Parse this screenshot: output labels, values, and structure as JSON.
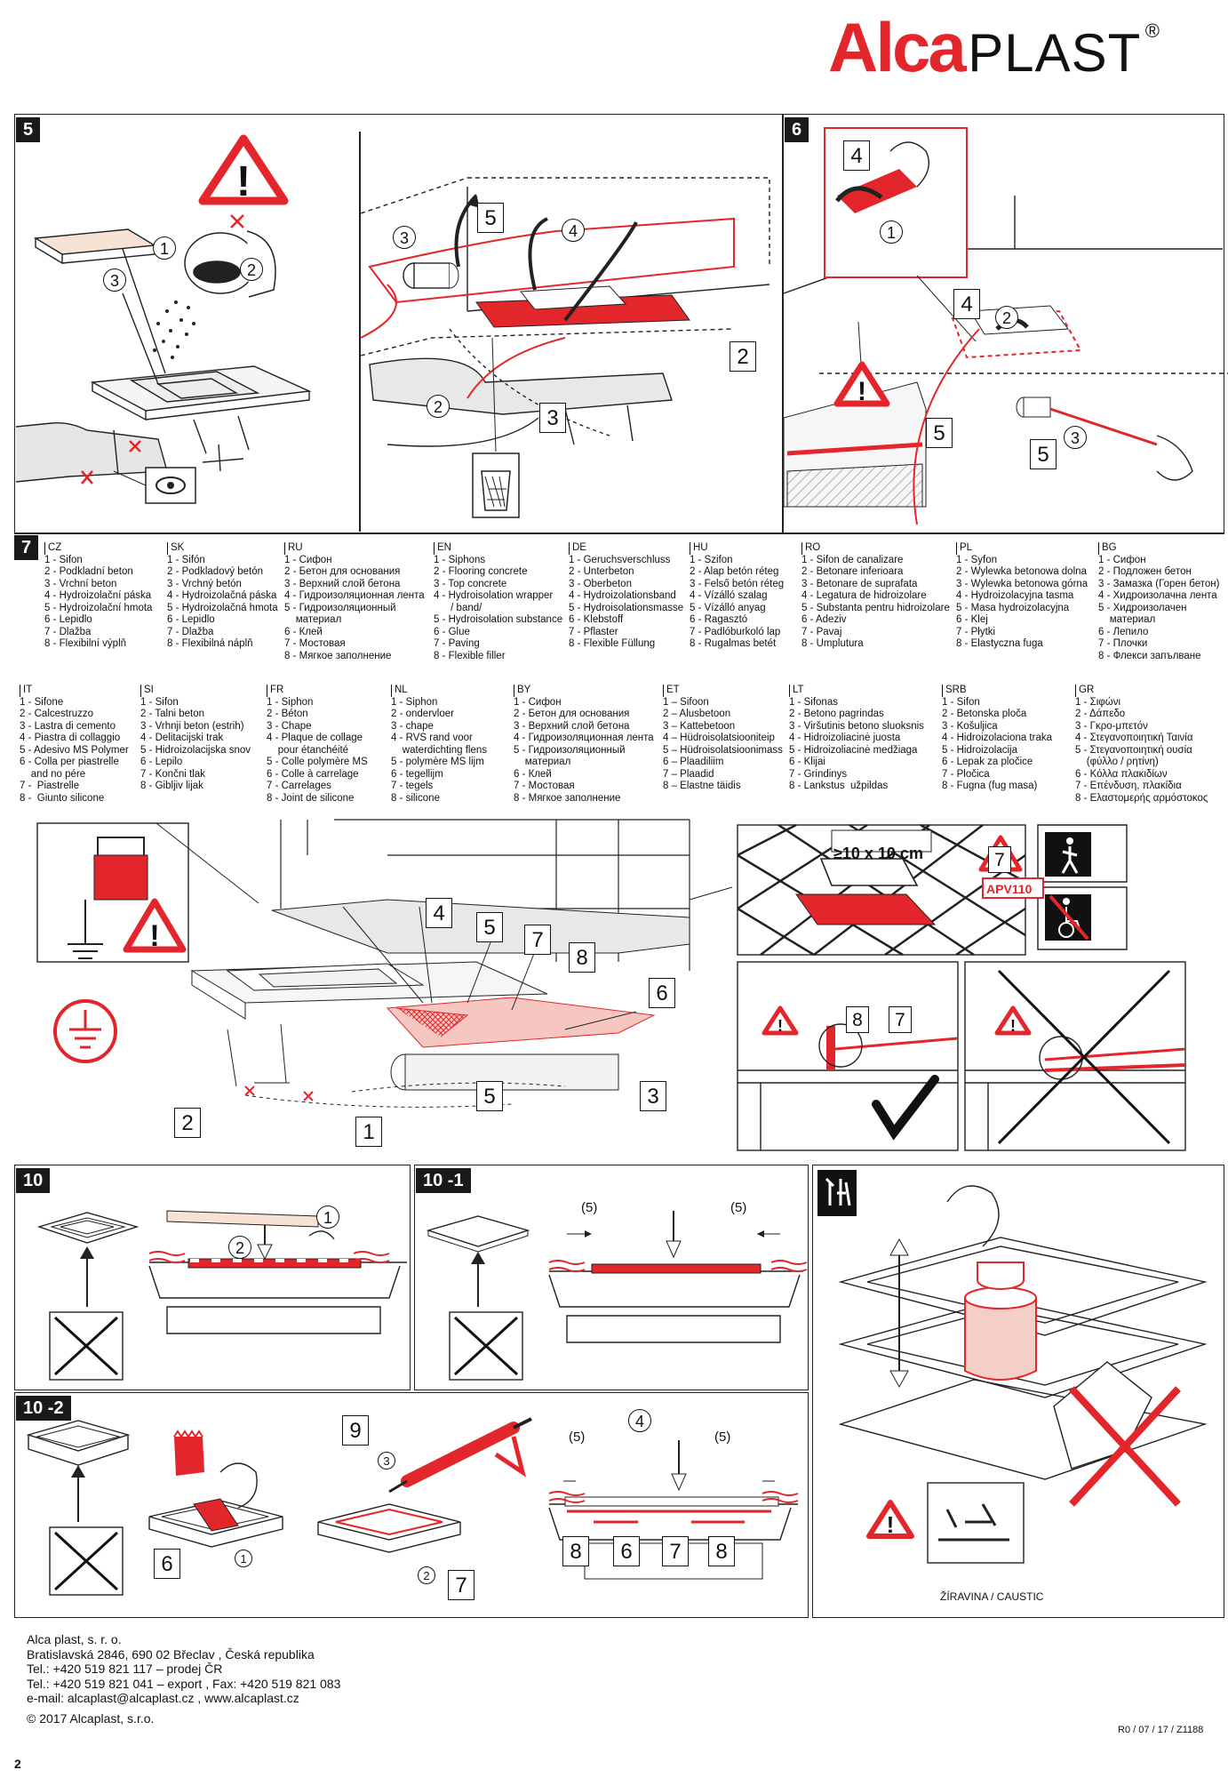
{
  "brand": {
    "alca": "Alca",
    "plast": "PLAST",
    "reg": "®",
    "color": "#e3262b"
  },
  "steps": {
    "s5": "5",
    "s6": "6",
    "s7": "7",
    "s10": "10",
    "s10_1": "10  -1",
    "s10_2": "10  -2"
  },
  "labels": {
    "n1": "1",
    "n2": "2",
    "n3": "3",
    "n4": "4",
    "n5": "5",
    "n6": "6",
    "n7": "7",
    "n8": "8",
    "n9": "9",
    "p5": "(5)",
    "size": "≥10 x 10 cm",
    "apv": "APV110",
    "caustic": "ŽÍRAVINA / CAUSTIC"
  },
  "legend": [
    {
      "lang": "CZ",
      "items": [
        "1 - Sifon",
        "2 - Podkladní beton",
        "3 - Vrchní beton",
        "4 - Hydroizolační páska",
        "5 - Hydroizolační hmota",
        "6 - Lepidlo",
        "7 - Dlažba",
        "8 - Flexibilní výplň"
      ]
    },
    {
      "lang": "SK",
      "items": [
        "1 - Sifón",
        "2 - Podkladový betón",
        "3 - Vrchný betón",
        "4 - Hydroizolačná páska",
        "5 - Hydroizolačná hmota",
        "6 - Lepidlo",
        "7 - Dlažba",
        "8 - Flexibilná náplň"
      ]
    },
    {
      "lang": "RU",
      "items": [
        "1 - Сифон",
        "2 - Бетон для основания",
        "3 - Верхний слой бетона",
        "4 - Гидроизоляционная лента",
        "5 - Гидроизоляционный",
        "    материал",
        "6 - Клей",
        "7 - Мостовая",
        "8 - Мягкое заполнение"
      ]
    },
    {
      "lang": "EN",
      "items": [
        "1 - Siphons",
        "2 - Flooring concrete",
        "3 - Top concrete",
        "4 - Hydroisolation wrapper",
        "      / band/",
        "5 - Hydroisolation substance",
        "6 - Glue",
        "7 - Paving",
        "8 - Flexible filler"
      ]
    },
    {
      "lang": "DE",
      "items": [
        "1 - Geruchsverschluss",
        "2 - Unterbeton",
        "3 - Oberbeton",
        "4 - Hydroizolationsband",
        "5 - Hydroisolationsmasse",
        "6 - Klebstoff",
        "7 - Pflaster",
        "8 - Flexible Füllung"
      ]
    },
    {
      "lang": "HU",
      "items": [
        "1 - Szifon",
        "2 - Alap betón réteg",
        "3 - Felső betón réteg",
        "4 - Vízálló szalag",
        "5 - Vízálló anyag",
        "6 - Ragasztó",
        "7 - Padlóburkoló lap",
        "8 - Rugalmas betét"
      ]
    },
    {
      "lang": "RO",
      "items": [
        "1 - Sifon de canalizare",
        "2 - Betonare inferioara",
        "3 - Betonare de suprafata",
        "4 - Legatura de hidroizolare",
        "5 - Substanta pentru hidroizolare",
        "6 - Adeziv",
        "7 - Pavaj",
        "8 - Umplutura"
      ]
    },
    {
      "lang": "PL",
      "items": [
        "1 - Syfon",
        "2 - Wylewka betonowa dolna",
        "3 - Wylewka betonowa górna",
        "4 - Hydroizolacyjna tasma",
        "5 - Masa hydroizolacyjna",
        "6 - Klej",
        "7 - Płytki",
        "8 - Elastyczna fuga"
      ]
    },
    {
      "lang": "BG",
      "items": [
        "1 - Сифон",
        "2 - Подложен бетон",
        "3 - Замазка (Горен бетон)",
        "4 - Хидроизолачна лента",
        "5 - Хидроизолачен",
        "    материал",
        "6 - Лепило",
        "7 - Плочки",
        "8 - Флекси запълване"
      ]
    },
    {
      "lang": "IT",
      "items": [
        "1 - Sifone",
        "2 - Calcestruzzo",
        "3 - Lastra di cemento",
        "4 - Piastra di collaggio",
        "5 - Adesivo MS Polymer",
        "6 - Colla per piastrelle",
        "    and no pére",
        "7 -  Piastrelle",
        "8 -  Giunto silicone"
      ]
    },
    {
      "lang": "SI",
      "items": [
        "1 - Sifon",
        "2 - Talni beton",
        "3 - Vrhnji beton (estrih)",
        "4 - Delitacijski trak",
        "5 - Hidroizolacijska snov",
        "6 - Lepilo",
        "7 - Končni tlak",
        "8 - Gibljiv lijak"
      ]
    },
    {
      "lang": "FR",
      "items": [
        "1 - Siphon",
        "2 - Béton",
        "3 - Chape",
        "4 - Plaque de collage",
        "    pour étanchéité",
        "5 - Colle polymère MS",
        "6 - Colle à carrelage",
        "7 - Carrelages",
        "8 - Joint de silicone"
      ]
    },
    {
      "lang": "NL",
      "items": [
        "1 - Siphon",
        "2 - ondervloer",
        "3 - chape",
        "4 - RVS rand voor",
        "    waterdichting flens",
        "5 - polymère MS lijm",
        "6 - tegellijm",
        "7 - tegels",
        "8 - silicone"
      ]
    },
    {
      "lang": "BY",
      "items": [
        "1 - Сифон",
        "2 - Бетон для основания",
        "3 - Верхний слой бетона",
        "4 - Гидроизоляционная лента",
        "5 - Гидроизоляционный",
        "    материал",
        "6 - Клей",
        "7 - Мостовая",
        "8 - Мягкое заполнение"
      ]
    },
    {
      "lang": "ET",
      "items": [
        "1 – Sifoon",
        "2 – Alusbetoon",
        "3 – Kattebetoon",
        "4 – Hüdroisolatsiooniteip",
        "5 – Hüdroisolatsioonimass",
        "6 – Plaadiliim",
        "7 – Plaadid",
        "8 – Elastne täidis"
      ]
    },
    {
      "lang": "LT",
      "items": [
        "1 - Sifonas",
        "2 - Betono pagrindas",
        "3 - Viršutinis betono sluoksnis",
        "4 - Hidroizoliacinė juosta",
        "5 - Hidroizoliacinė medžiaga",
        "6 - Klijai",
        "7 - Grindinys",
        "8 - Lankstus  užpildas"
      ]
    },
    {
      "lang": "SRB",
      "items": [
        "1 - Sifon",
        "2 - Betonska ploča",
        "3 - Košuljica",
        "4 - Hidroizolaciona traka",
        "5 - Hidroizolacija",
        "6 - Lepak za pločice",
        "7 - Pločica",
        "8 - Fugna (fug masa)"
      ]
    },
    {
      "lang": "GR",
      "items": [
        "1 - Σιφώνι",
        "2 - Δάπεδο",
        "3 - Γκρο-μπετόν",
        "4 - Στεγανοποιητική Ταινία",
        "5 - Στεγανοποιητική ουσία",
        "    (φύλλο / ρητίνη)",
        "6 - Κόλλα πλακιδίων",
        "7 - Επένδυση, πλακίδια",
        "8 - Ελαστομερής αρμόστοκος"
      ]
    }
  ],
  "footer": {
    "line1": "Alca plast, s. r. o.",
    "line2": "Bratislavská 2846, 690 02 Břeclav , Česká republika",
    "line3": "Tel.: +420 519 821 117 – prodej ČR",
    "line4": "Tel.: +420 519 821 041 – export , Fax: +420 519 821 083",
    "line5": "e-mail: alcaplast@alcaplast.cz , www.alcaplast.cz",
    "copyright": "© 2017 Alcaplast, s.r.o.",
    "code": "R0 / 07 / 17 / Z1188",
    "page": "2"
  }
}
